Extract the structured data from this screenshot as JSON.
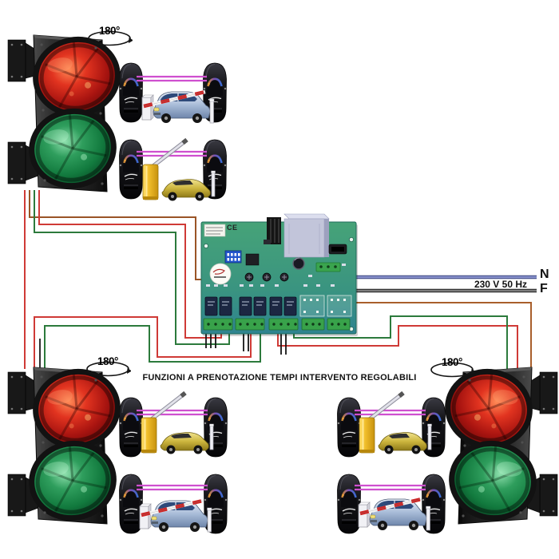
{
  "diagram": {
    "caption": "FUNZIONI A PRENOTAZIONE TEMPI INTERVENTO REGOLABILI",
    "rotation_label": "180°",
    "power": {
      "voltage_label": "230 V 50 Hz",
      "neutral_label": "N",
      "phase_label": "F",
      "neutral_wire_color": "#6a74b8",
      "phase_wire_color": "#4a4a4a"
    },
    "control_board": {
      "ce_mark": "CE",
      "board_color": "#3f9e7c",
      "relay_count": 6,
      "terminal_color": "#38a24a",
      "transformer_color": "#c2c5da"
    },
    "traffic_light": {
      "count": 3,
      "lens_top": "red",
      "lens_bottom": "green",
      "lens_top_color": "#c41f12",
      "lens_bottom_color": "#1d8a4a",
      "housing_color": "#242424"
    },
    "photocells": {
      "pair_count": 6,
      "beam_color": "#cf4fcf",
      "body_color": "#161618"
    },
    "wire_colors": {
      "red": "#cf3a36",
      "green": "#2c7a3c",
      "brown": "#9a5426",
      "black": "#1a1a1a"
    }
  }
}
